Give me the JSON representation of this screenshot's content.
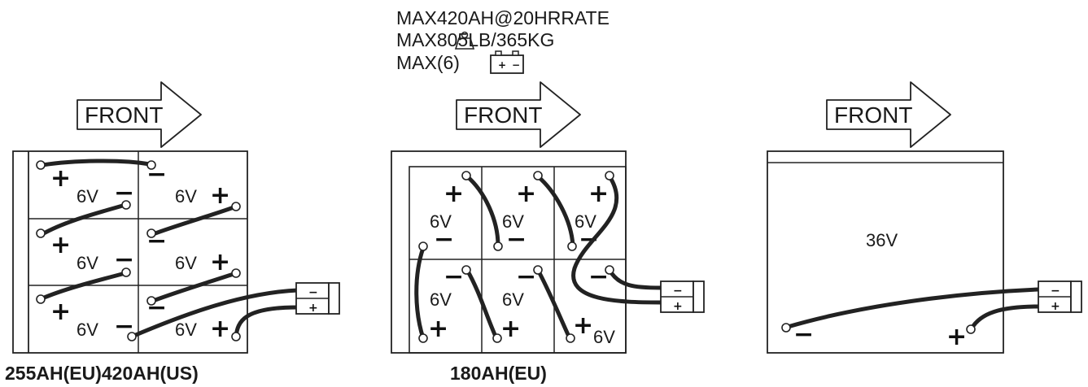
{
  "specs": {
    "capacity": "MAX420AH@20HRRATE",
    "weight": "MAX805LB/365KG",
    "count": "MAX(6)"
  },
  "icons": [
    "weight-icon",
    "battery-icon",
    "front-arrow-icon",
    "connector-plug-icon"
  ],
  "front_label": "FRONT",
  "battery_voltage": "6V",
  "pack_voltage": "36V",
  "plus_sign": "+",
  "minus_sign": "−",
  "captions": {
    "left": "255AH(EU)420AH(US)",
    "middle": "180AH(EU)",
    "right": ""
  }
}
